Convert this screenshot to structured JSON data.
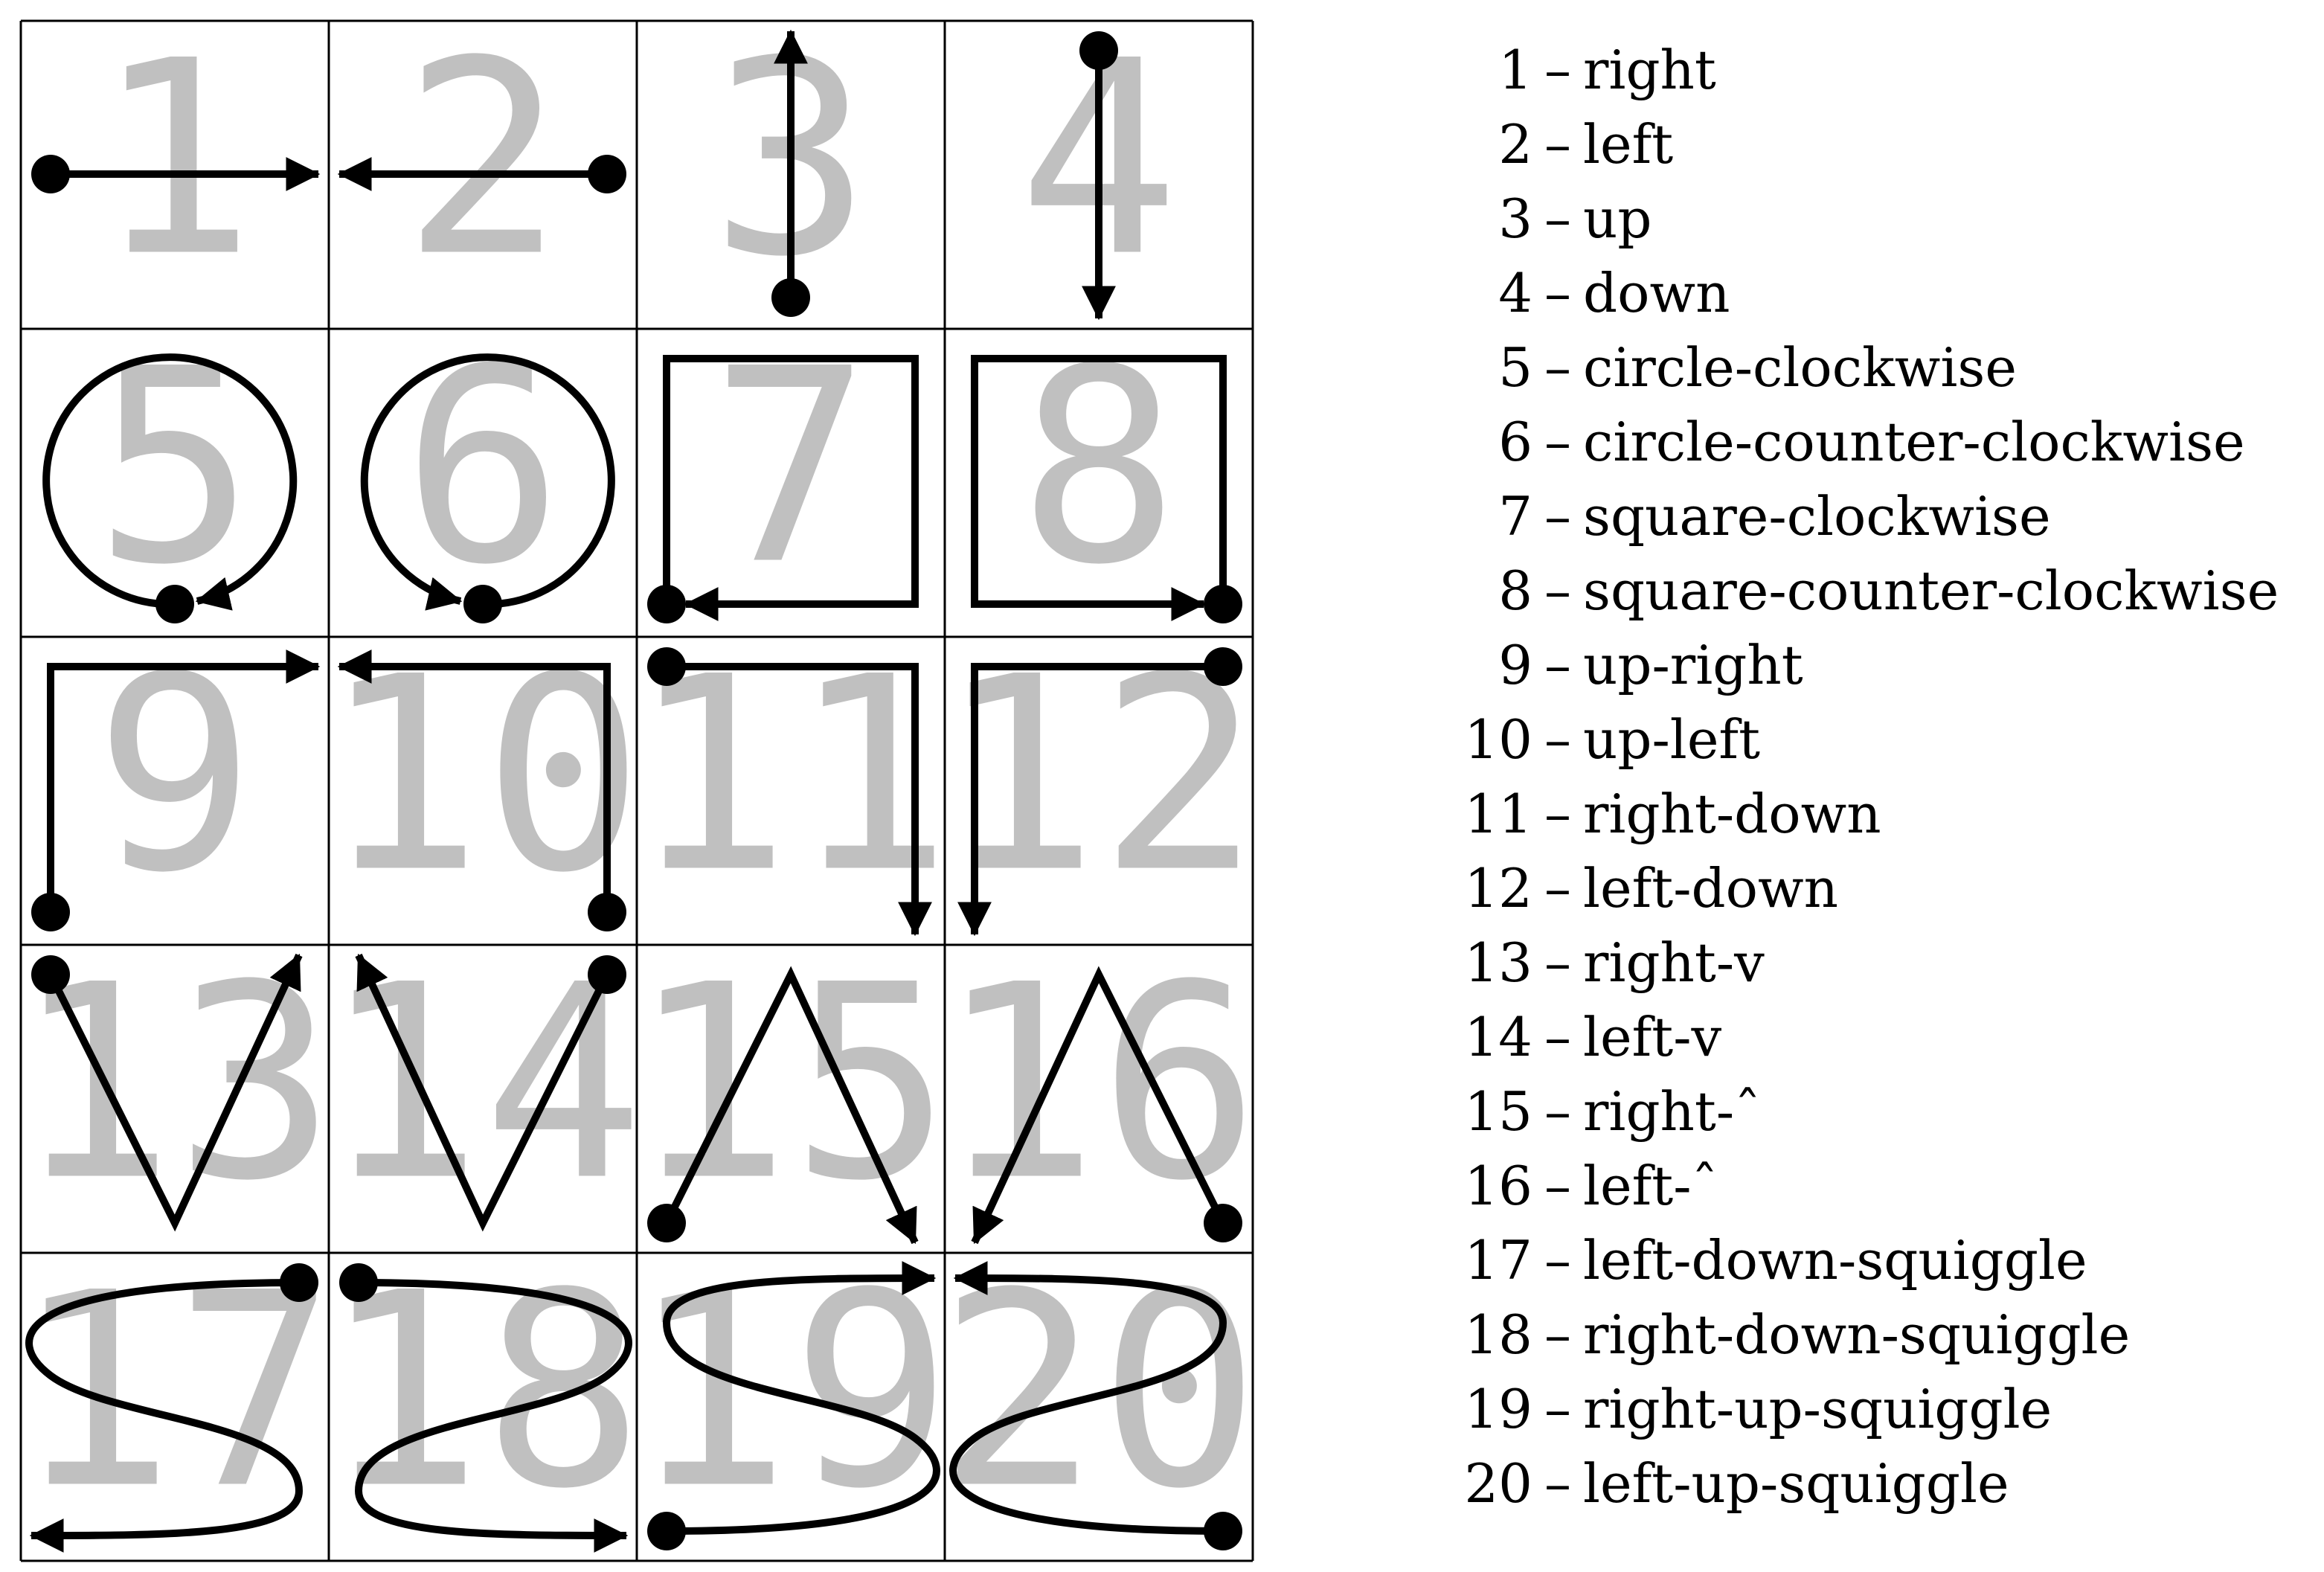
{
  "gestures": [
    {
      "number": "1",
      "separator": "–",
      "name": "right"
    },
    {
      "number": "2",
      "separator": "–",
      "name": "left"
    },
    {
      "number": "3",
      "separator": "–",
      "name": "up"
    },
    {
      "number": "4",
      "separator": "–",
      "name": "down"
    },
    {
      "number": "5",
      "separator": "–",
      "name": "circle-clockwise"
    },
    {
      "number": "6",
      "separator": "–",
      "name": "circle-counter-clockwise"
    },
    {
      "number": "7",
      "separator": "–",
      "name": "square-clockwise"
    },
    {
      "number": "8",
      "separator": "–",
      "name": "square-counter-clockwise"
    },
    {
      "number": "9",
      "separator": "–",
      "name": "up-right"
    },
    {
      "number": "10",
      "separator": "–",
      "name": "up-left"
    },
    {
      "number": "11",
      "separator": "–",
      "name": "right-down"
    },
    {
      "number": "12",
      "separator": "–",
      "name": "left-down"
    },
    {
      "number": "13",
      "separator": "–",
      "name": "right-v"
    },
    {
      "number": "14",
      "separator": "–",
      "name": "left-v"
    },
    {
      "number": "15",
      "separator": "–",
      "name": "right-ˆ"
    },
    {
      "number": "16",
      "separator": "–",
      "name": "left-ˆ"
    },
    {
      "number": "17",
      "separator": "–",
      "name": "left-down-squiggle"
    },
    {
      "number": "18",
      "separator": "–",
      "name": "right-down-squiggle"
    },
    {
      "number": "19",
      "separator": "–",
      "name": "right-up-squiggle"
    },
    {
      "number": "20",
      "separator": "–",
      "name": "left-up-squiggle"
    }
  ],
  "colors": {
    "digit": "#c0c0c0",
    "stroke": "#000000",
    "grid": "#000000",
    "background": "#ffffff"
  }
}
